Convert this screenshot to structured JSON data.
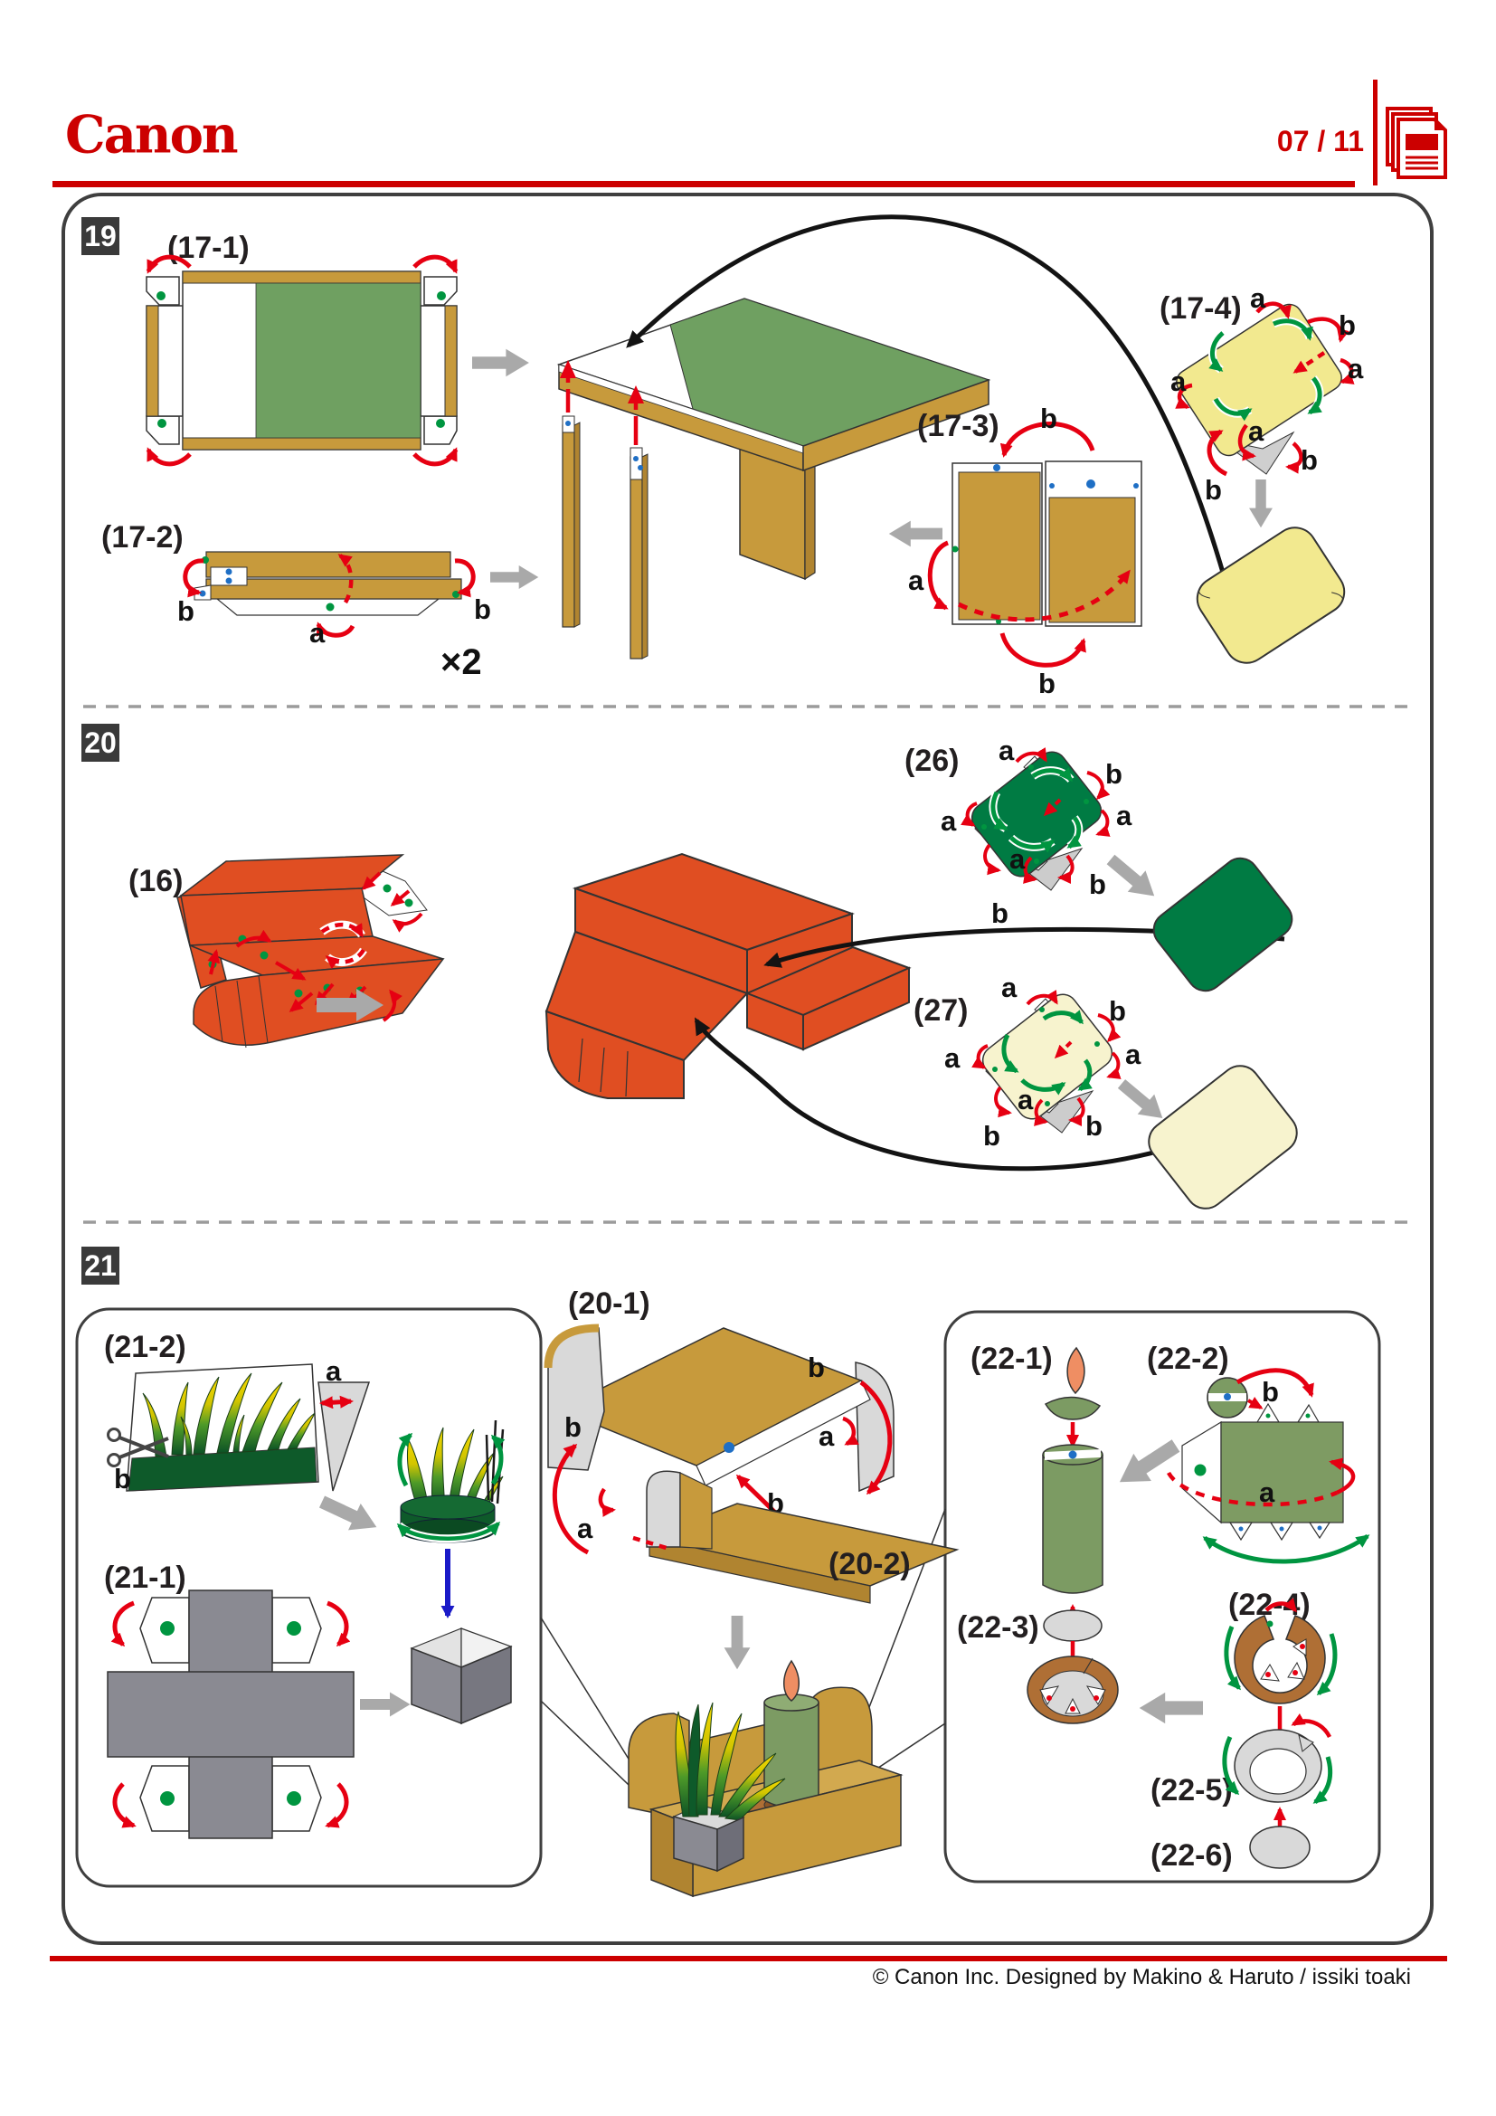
{
  "header": {
    "brand": "Canon",
    "page_indicator": "07 / 11"
  },
  "footer": {
    "copyright": "© Canon Inc. Designed by Makino & Haruto / issiki toaki"
  },
  "labels": {
    "a": "a",
    "b": "b",
    "x2": "×2"
  },
  "steps": {
    "s19": {
      "badge": "19"
    },
    "s20": {
      "badge": "20"
    },
    "s21": {
      "badge": "21"
    }
  },
  "parts": {
    "p17_1": "(17-1)",
    "p17_2": "(17-2)",
    "p17_3": "(17-3)",
    "p17_4": "(17-4)",
    "p16": "(16)",
    "p26": "(26)",
    "p27": "(27)",
    "p20_1": "(20-1)",
    "p20_2": "(20-2)",
    "p21_1": "(21-1)",
    "p21_2": "(21-2)",
    "p22_1": "(22-1)",
    "p22_2": "(22-2)",
    "p22_3": "(22-3)",
    "p22_4": "(22-4)",
    "p22_5": "(22-5)",
    "p22_6": "(22-6)"
  },
  "colors": {
    "canon_red": "#CC0000",
    "accent_red": "#E60012",
    "wood_tan": "#C79A3C",
    "leaf_green": "#6FA061",
    "deep_green": "#007B43",
    "cream": "#F7F3CE",
    "yellow": "#F2E98F",
    "sofa_orange": "#E04E22",
    "box_gray": "#8A8A92",
    "candle_green": "#7C9B63",
    "flame_orange": "#EF8E63",
    "saucer_brown": "#AF6F35",
    "light_gray": "#D9D9D9",
    "dot_green": "#009540",
    "dot_blue": "#1F6FC5",
    "fold_arrow_green": "#009540",
    "guide_blue": "#1A1AC8"
  }
}
